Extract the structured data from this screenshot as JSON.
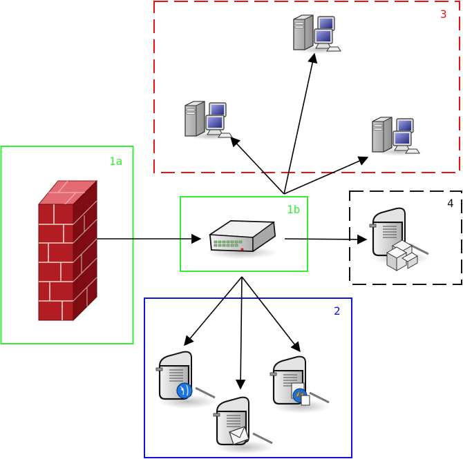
{
  "zones": [
    {
      "id": "zone-1a",
      "label": "1a",
      "color": "#33ee33",
      "style": "solid"
    },
    {
      "id": "zone-1b",
      "label": "1b",
      "color": "#33ee33",
      "style": "solid"
    },
    {
      "id": "zone-2",
      "label": "2",
      "color": "#1111dd",
      "style": "solid"
    },
    {
      "id": "zone-3",
      "label": "3",
      "color": "#ee1111",
      "style": "dashed"
    },
    {
      "id": "zone-4",
      "label": "4",
      "color": "#111111",
      "style": "dashed"
    }
  ],
  "nodes": [
    {
      "id": "firewall",
      "icon": "firewall-icon",
      "zone": "zone-1a"
    },
    {
      "id": "switch",
      "icon": "network-switch-icon",
      "zone": "zone-1b"
    },
    {
      "id": "workstation-left",
      "icon": "workstation-icon",
      "zone": "zone-3"
    },
    {
      "id": "workstation-top",
      "icon": "workstation-icon",
      "zone": "zone-3"
    },
    {
      "id": "workstation-right",
      "icon": "workstation-icon",
      "zone": "zone-3"
    },
    {
      "id": "database-server",
      "icon": "database-server-icon",
      "zone": "zone-4"
    },
    {
      "id": "web-server",
      "icon": "web-server-icon",
      "zone": "zone-2"
    },
    {
      "id": "mail-server",
      "icon": "mail-server-icon",
      "zone": "zone-2"
    },
    {
      "id": "file-server",
      "icon": "file-server-icon",
      "zone": "zone-2"
    }
  ],
  "edges": [
    {
      "from": "firewall",
      "to": "switch"
    },
    {
      "from": "switch",
      "to": "database-server"
    },
    {
      "from": "switch",
      "to": "workstation-left"
    },
    {
      "from": "switch",
      "to": "workstation-top"
    },
    {
      "from": "switch",
      "to": "workstation-right"
    },
    {
      "from": "switch",
      "to": "web-server"
    },
    {
      "from": "switch",
      "to": "mail-server"
    },
    {
      "from": "switch",
      "to": "file-server"
    }
  ]
}
